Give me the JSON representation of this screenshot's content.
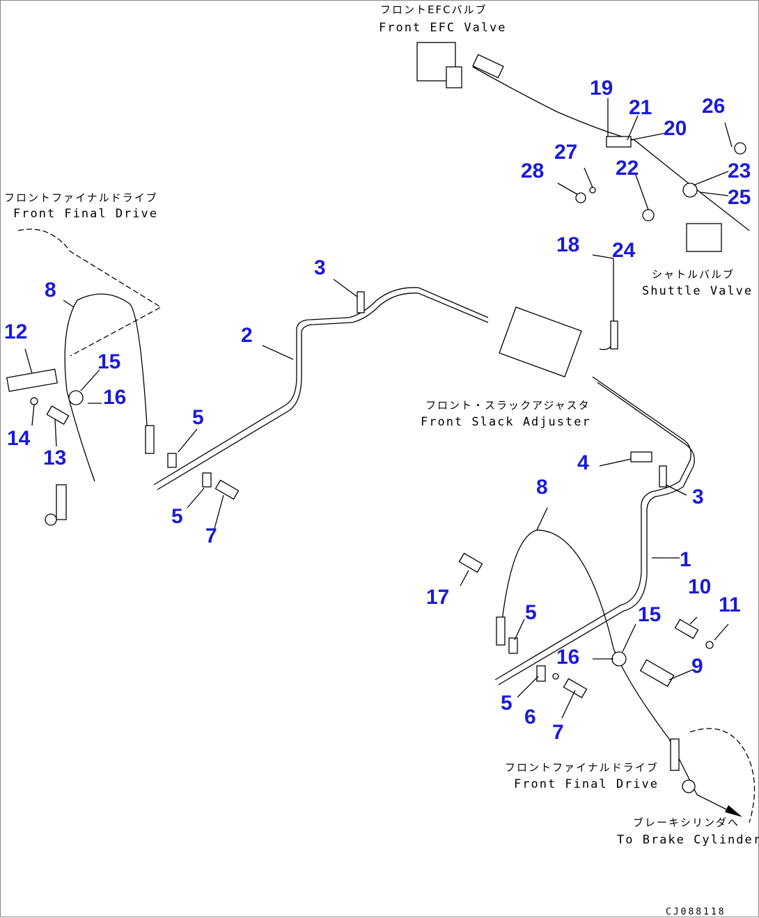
{
  "labels": {
    "front_efc_valve_jp": "フロントEFCバルブ",
    "front_efc_valve": "Front EFC Valve",
    "front_final_drive_left_jp": "フロントファイナルドライブ",
    "front_final_drive_left": "Front Final Drive",
    "shuttle_valve_jp": "シャトルバルブ",
    "shuttle_valve": "Shuttle Valve",
    "slack_adjuster_jp": "フロント・スラックアジャスタ",
    "slack_adjuster": "Front Slack Adjuster",
    "front_final_drive_right_jp": "フロントファイナルドライブ",
    "front_final_drive_right": "Front Final Drive",
    "brake_cylinder_jp": "ブレーキシリンダへ",
    "brake_cylinder": "To Brake Cylinder",
    "drawing_code": "CJ088118"
  },
  "callouts": {
    "n1": "1",
    "n2": "2",
    "n3a": "3",
    "n3b": "3",
    "n4": "4",
    "n5a": "5",
    "n5b": "5",
    "n5c": "5",
    "n5d": "5",
    "n6": "6",
    "n7a": "7",
    "n7b": "7",
    "n8a": "8",
    "n8b": "8",
    "n9": "9",
    "n10": "10",
    "n11": "11",
    "n12": "12",
    "n13": "13",
    "n14": "14",
    "n15a": "15",
    "n15b": "15",
    "n16a": "16",
    "n16b": "16",
    "n17": "17",
    "n18": "18",
    "n19": "19",
    "n20": "20",
    "n21": "21",
    "n22": "22",
    "n23": "23",
    "n24": "24",
    "n25": "25",
    "n26": "26",
    "n27": "27",
    "n28": "28"
  }
}
